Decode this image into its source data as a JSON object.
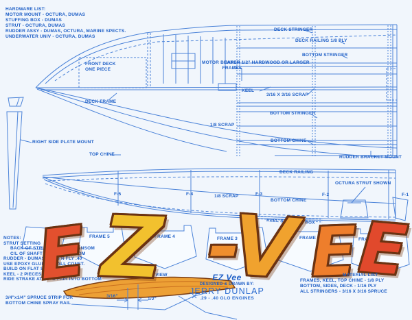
{
  "palette": {
    "background": "#f1f6fc",
    "line_blue": "#4a82d8",
    "text_blue": "#1d5ec6",
    "letter_outline": "#6b3312",
    "wood_fill": "#eda035"
  },
  "hardware_list": {
    "title": "HARDWARE LIST:",
    "items": [
      "MOTOR MOUNT - OCTURA, DUMAS",
      "STUFFING BOX - DUMAS",
      "STRUT - OCTURA, DUMAS",
      "RUDDER ASSY - DUMAS, OCTURA, MARINE SPECTS.",
      "UNDERWATER UNIV - OCTURA, DUMAS"
    ]
  },
  "plan_labels": {
    "deck_stringer": "DECK STRINGER",
    "deck_railing_ply": "DECK RAILING 1/8 PLY",
    "bottom_stringer_upper": "BOTTOM STRINGER",
    "motor_bearer": "MOTOR BEARER 1/2\" HARDWOOD OR LARGER",
    "front_deck": "FRONT DECK ONE PIECE",
    "hatch_frames": "HATCH FRAMES",
    "keel": "KEEL",
    "scrap_3_16": "3/16 X 3/16 SCRAP",
    "deck_frame": "DECK FRAME",
    "bottom_stringer_lower": "BOTTOM STRINGER",
    "scrap_1_8": "1/8 SCRAP",
    "bottom_chine": "BOTTOM CHINE",
    "right_side_plate_mount": "RIGHT SIDE PLATE MOUNT",
    "top_chine": "TOP CHINE",
    "rudder_bracket_mount": "RUDDER BRACKET MOUNT"
  },
  "side_labels": {
    "deck_railing": "DECK RAILING",
    "octura_strut": "OCTURA STRUT SHOWN",
    "scrap_1_8": "1/8 SCRAP",
    "bottom_chine": "BOTTOM CHINE",
    "keel_stuffing_box": "KEEL STUFFING BOX",
    "stations": [
      "F-5",
      "F-4",
      "F-3",
      "F-2",
      "F-1"
    ]
  },
  "frame_parts": [
    "FRAME 5",
    "FRAME 4",
    "FRAME 3",
    "FRAME 2",
    "FRAME 1"
  ],
  "notes": {
    "title": "NOTES:",
    "lines": [
      "STRUT SETTING",
      "BACK OF STRUT 1\" FROM TRANSOM",
      "C/L OF SHAFT 1\" FROM BOTTOM",
      "RUDDER - DUMAS DRAG'N FLY .40",
      "USE EPOXY GLUE FOR ALL CONST.",
      "BUILD ON FLAT SURFACE",
      "KEEL - 2 PIECES 1/8 PLY",
      "RIDE STRAKE AT 22° & FAIR INTO BOTTOM"
    ]
  },
  "ride_strake": {
    "label": "RIDE STRAKE VIEW",
    "dim_a": "3/16\"",
    "dim_b": "1/2\""
  },
  "spray_rail_note": "3/4\"x1/4\" SPRUCE STRIP FOR BOTTOM CHINE SPRAY RAIL",
  "title_block": {
    "name": "EZ Vee",
    "credit": "DESIGNED & DRAWN BY:",
    "designer": "JERRY DUNLAP",
    "engines": ".29 - .40 GLO ENGINES"
  },
  "material_list": {
    "title": "MATERIAL LIST",
    "lines": [
      "FRAMES, KEEL, TOP CHINE - 1/8 PLY",
      "BOTTOM, SIDES, DECK - 1/16 PLY",
      "ALL STRINGERS - 3/16 X 3/16 SPRUCE"
    ]
  },
  "logo": {
    "word": "EZ-VEE",
    "letters": [
      {
        "char": "E",
        "color": "#e2502e"
      },
      {
        "char": "Z",
        "color": "#f2c12e"
      },
      {
        "char": "-",
        "color": "#ef8e2e"
      },
      {
        "char": "V",
        "color": "#f0a22e"
      },
      {
        "char": "E",
        "color": "#ee7e2c"
      },
      {
        "char": "E",
        "color": "#e1492c"
      }
    ]
  }
}
